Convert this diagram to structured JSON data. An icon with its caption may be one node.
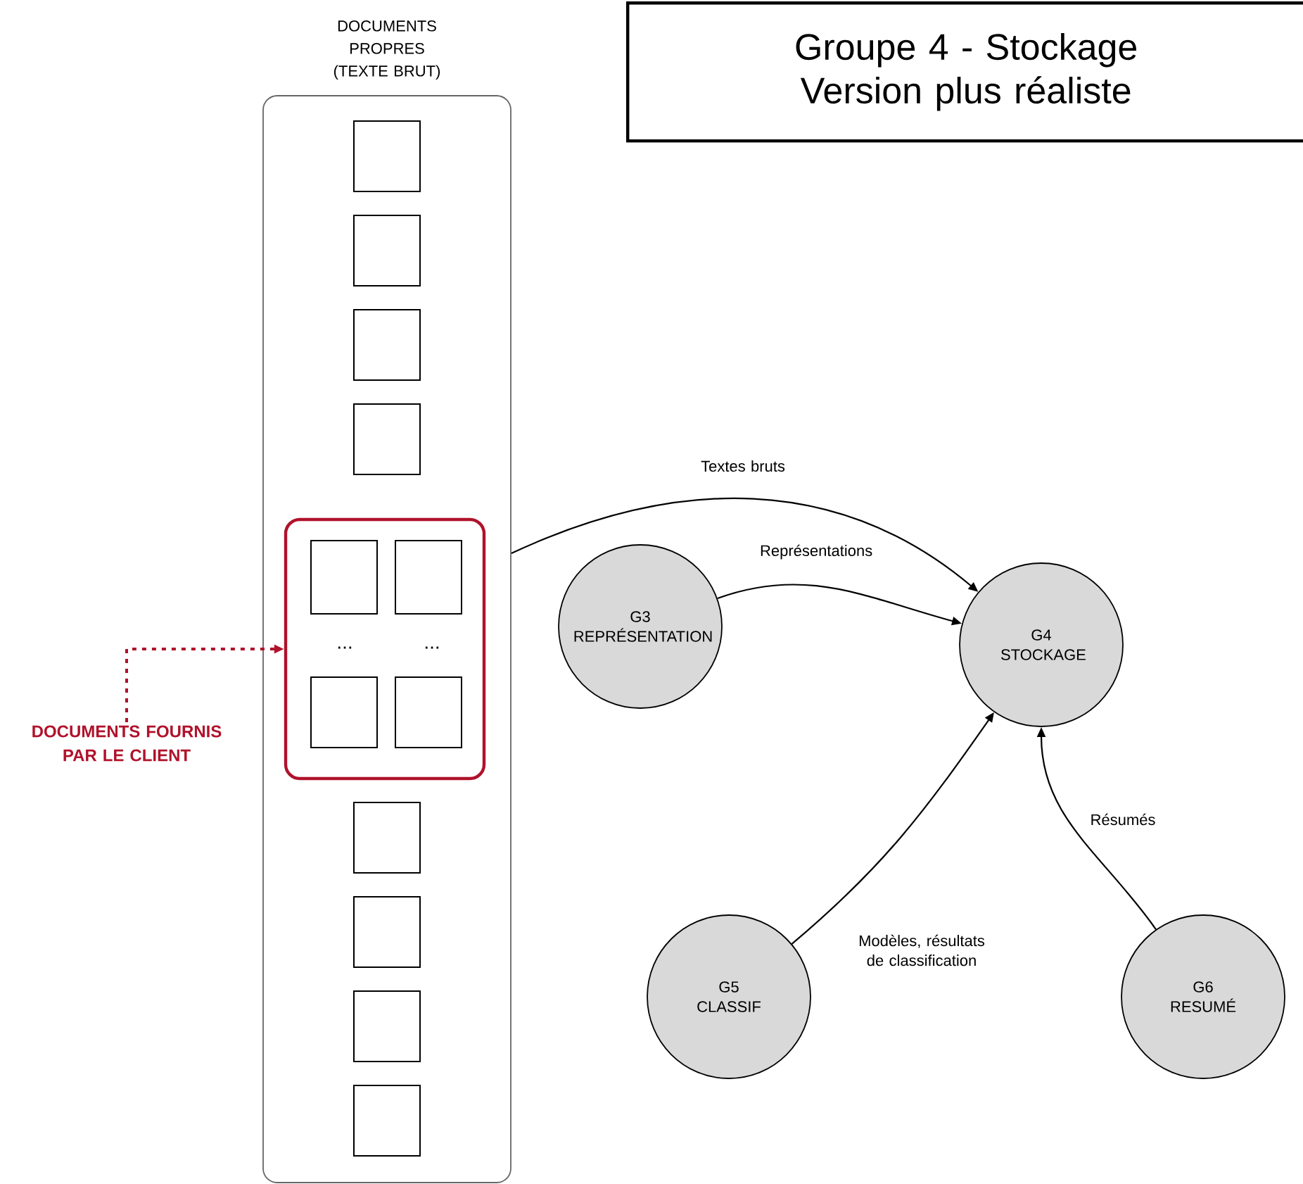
{
  "diagram": {
    "title": "Groupe 4 - Stockage Version plus réaliste",
    "nodes": [
      {
        "text": [
          "DOCUMENTS PROPRES (TEXTE BRUT)"
        ]
      },
      {
        "text": [],
        "shape": "box",
        "in": 0
      },
      {
        "text": [],
        "shape": "box",
        "in": 0
      },
      {
        "text": [],
        "shape": "box",
        "in": 0
      },
      {
        "text": [],
        "shape": "box",
        "in": 0
      },
      {
        "text": [],
        "shape": "box",
        "in": 0
      },
      {
        "text": [],
        "shape": "box",
        "in": 5
      },
      {
        "text": [],
        "shape": "box",
        "in": 5
      },
      {
        "text": [],
        "shape": "box",
        "in": 5
      },
      {
        "text": [],
        "shape": "box",
        "in": 5
      },
      {
        "text": [],
        "shape": "box",
        "in": 0
      },
      {
        "text": [],
        "shape": "box",
        "in": 0
      },
      {
        "text": [],
        "shape": "box",
        "in": 0
      },
      {
        "text": [],
        "shape": "box",
        "in": 0
      },
      {
        "text": [
          "DOCUMENTS FOURNIS PAR LE CLIENT"
        ]
      },
      {
        "text": [
          "G3 REPRÉSENTATION"
        ]
      },
      {
        "text": [
          "G4 STOCKAGE"
        ]
      },
      {
        "text": [
          "G5 CLASSIF"
        ]
      },
      {
        "text": [
          "G6 RESUMÉ"
        ]
      }
    ],
    "edges": [
      {
        "from": 0,
        "to": 16,
        "arrow": "to",
        "label": "Textes bruts"
      },
      {
        "from": 15,
        "to": 16,
        "arrow": "to",
        "label": "Représentations"
      },
      {
        "from": 17,
        "to": 16,
        "arrow": "to",
        "label": "Modèles, résultats de classification"
      },
      {
        "from": 18,
        "to": 16,
        "arrow": "to",
        "label": "Résumés"
      },
      {
        "from": 14,
        "to": 5,
        "arrow": "to",
        "style": "dashed",
        "color": "#b0122b"
      }
    ],
    "labels": [
      "...",
      "..."
    ]
  }
}
